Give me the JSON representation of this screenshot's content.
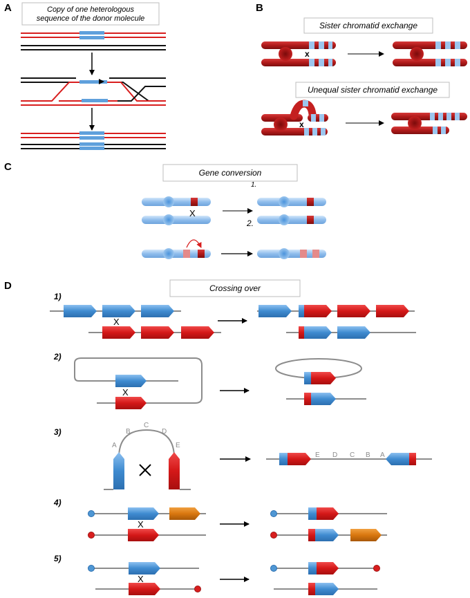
{
  "colors": {
    "blue": "#4f97d4",
    "red": "#d81e1e",
    "pink": "#e48a8a",
    "orange": "#d9770f",
    "grey": "#8c8c8c",
    "dark_red": "#a01515",
    "light_blue": "#9cc6ee"
  },
  "panels": {
    "A": {
      "letter": "A",
      "title_line1": "Copy of one heterologous",
      "title_line2": "sequence of the donor molecule"
    },
    "B": {
      "letter": "B",
      "title1": "Sister chromatid exchange",
      "title2": "Unequal sister chromatid exchange",
      "cross1": "x",
      "cross2": "x"
    },
    "C": {
      "letter": "C",
      "title": "Gene conversion",
      "step1": "1.",
      "step2": "2.",
      "cross": "X"
    },
    "D": {
      "letter": "D",
      "title": "Crossing over",
      "cases": [
        "1)",
        "2)",
        "3)",
        "4)",
        "5)"
      ],
      "cross": "X",
      "segments_left": [
        "A",
        "B",
        "C",
        "D",
        "E"
      ],
      "segments_right": [
        "E",
        "D",
        "C",
        "B",
        "A"
      ]
    }
  }
}
